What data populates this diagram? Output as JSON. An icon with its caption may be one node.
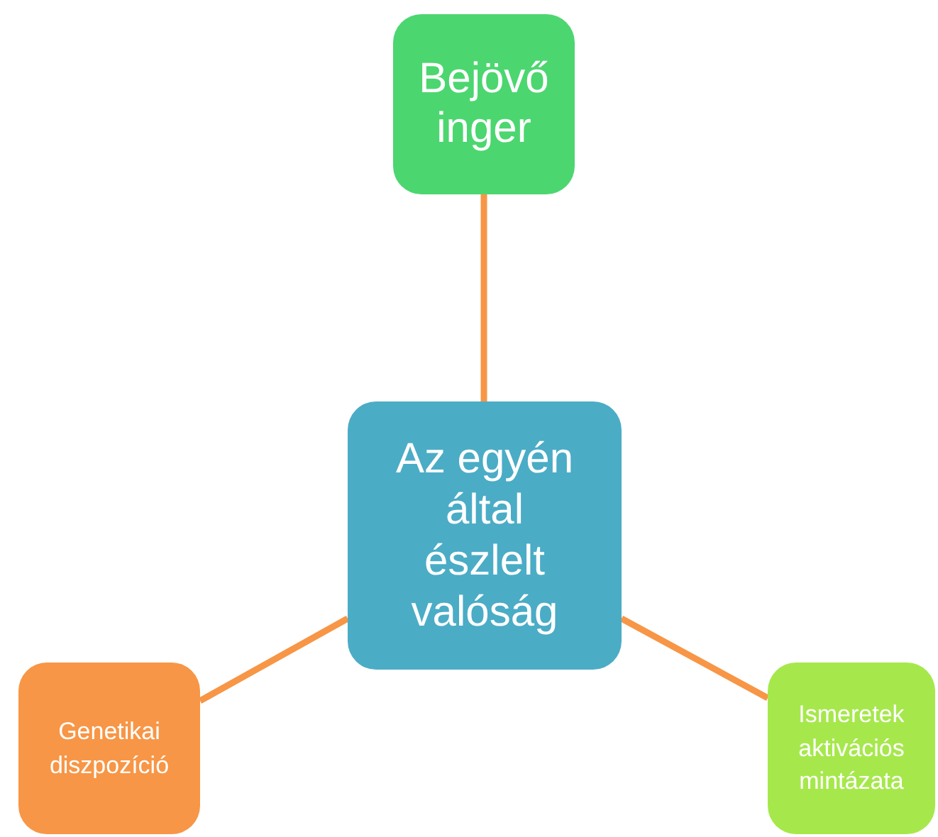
{
  "diagram": {
    "nodes": [
      {
        "text": [
          "Az egyén által észlelt valóság"
        ]
      },
      {
        "text": [
          "Bejövő inger"
        ]
      },
      {
        "text": [
          "Genetikai diszpozíció"
        ]
      },
      {
        "text": [
          "Ismeretek aktivációs mintázata"
        ]
      }
    ],
    "edges": [
      {
        "from": 0,
        "to": 1,
        "arrow": "none"
      },
      {
        "from": 0,
        "to": 2,
        "arrow": "none"
      },
      {
        "from": 0,
        "to": 3,
        "arrow": "none"
      }
    ]
  }
}
